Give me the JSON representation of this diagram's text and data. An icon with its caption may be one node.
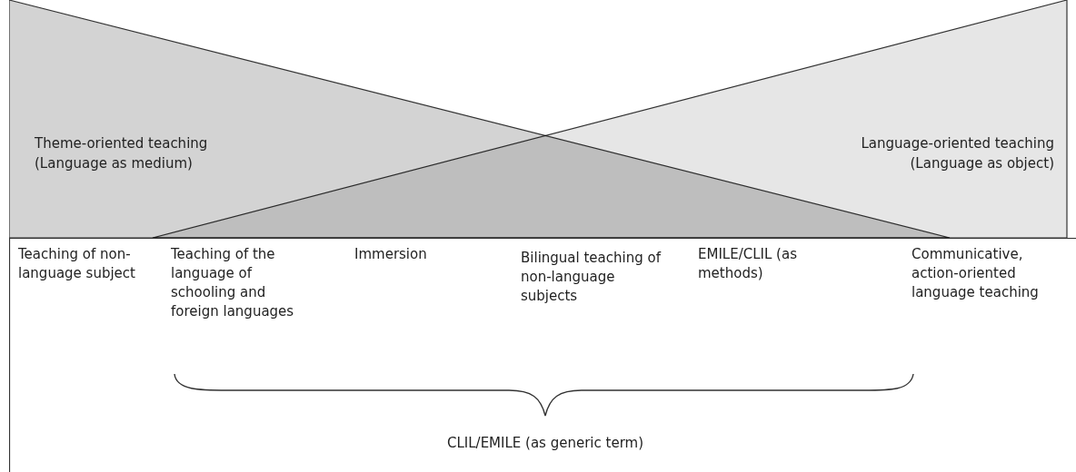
{
  "diagram": {
    "nodes": [
      {
        "text": [
          "Theme-oriented teaching",
          "(Language as medium)"
        ]
      },
      {
        "text": [
          "Language-oriented teaching",
          "(Language as object)"
        ]
      },
      {
        "text": [
          "Teaching of non-language subject",
          "Teaching of the language of schooling and foreign languages",
          "Immersion",
          "Bilingual teaching of non-language subjects",
          "EMILE/CLIL (as methods)",
          "Communicative, action-oriented language teaching",
          "CLIL/EMILE (as generic term)"
        ]
      }
    ]
  }
}
